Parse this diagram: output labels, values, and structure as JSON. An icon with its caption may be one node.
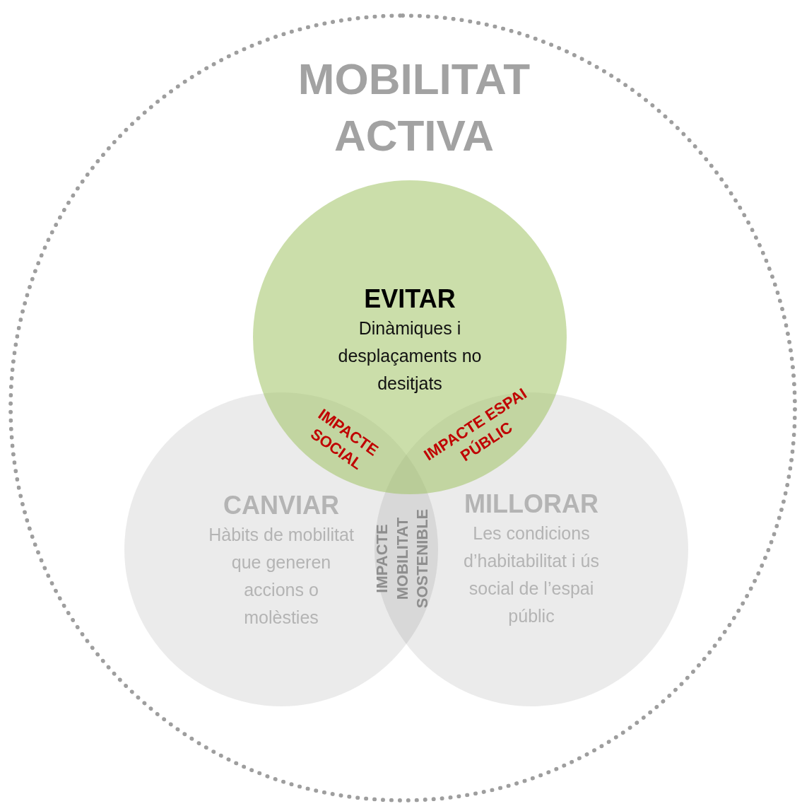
{
  "diagram": {
    "nodes": [
      {
        "text": [
          "MOBILITAT ACTIVA"
        ]
      },
      {
        "text": [
          "EVITAR",
          "Dinàmiques i desplaçaments no desitjats"
        ],
        "in": 0
      },
      {
        "text": [
          "CANVIAR",
          "Hàbits de mobilitat que generen accions o molèsties"
        ],
        "in": 0
      },
      {
        "text": [
          "MILLORAR",
          "Les condicions d’habitabilitat i ús social de l’espai públic"
        ],
        "in": 0
      }
    ],
    "labels": [
      "IMPACTE SOCIAL",
      "IMPACTE ESPAI PÚBLIC",
      "IMPACTE MOBILITAT SOSTENIBLE"
    ]
  }
}
